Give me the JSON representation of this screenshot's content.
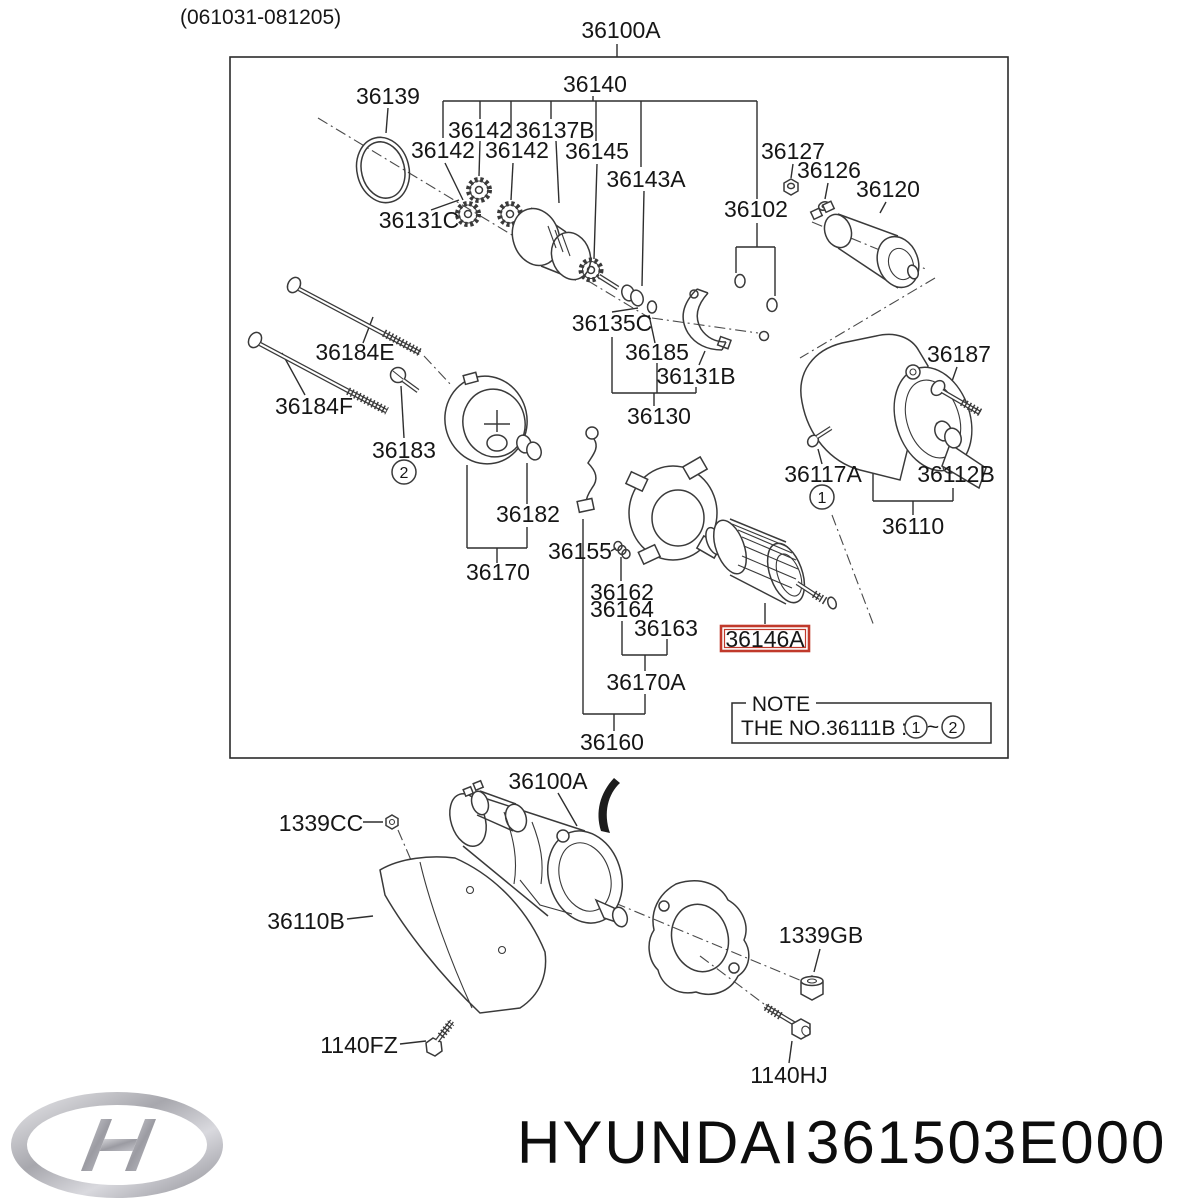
{
  "header": {
    "range_code": "(061031-081205)"
  },
  "assembly": {
    "highlight_color": "#c0392b",
    "labels": {
      "p36100A": "36100A",
      "p36140": "36140",
      "p36139": "36139",
      "p36142_1": "36142",
      "p36137B": "36137B",
      "p36142_2": "36142",
      "p36142_3": "36142",
      "p36145": "36145",
      "p36143A": "36143A",
      "p36131C": "36131C",
      "p36127": "36127",
      "p36126": "36126",
      "p36120": "36120",
      "p36102": "36102",
      "p36135C": "36135C",
      "p36185": "36185",
      "p36131B": "36131B",
      "p36130": "36130",
      "p36184E": "36184E",
      "p36184F": "36184F",
      "p36183": "36183",
      "p36187": "36187",
      "p36117A": "36117A",
      "p36112B": "36112B",
      "p36110": "36110",
      "p36182": "36182",
      "p36170": "36170",
      "p36155": "36155",
      "p36162": "36162",
      "p36164": "36164",
      "p36163": "36163",
      "p36146A": "36146A",
      "p36170A": "36170A",
      "p36160": "36160"
    },
    "markers": {
      "m1": "1",
      "m2": "2"
    },
    "note": {
      "title": "NOTE",
      "text_prefix": "THE NO.36111B :",
      "ref_from": "1",
      "tilde": "~",
      "ref_to": "2"
    }
  },
  "lower": {
    "labels": {
      "p36100A": "36100A",
      "p1339CC": "1339CC",
      "p36110B": "36110B",
      "p1140FZ": "1140FZ",
      "p1339GB": "1339GB",
      "p1140HJ": "1140HJ"
    }
  },
  "footer": {
    "brand": "HYUNDAI",
    "part_number": "361503E000"
  }
}
